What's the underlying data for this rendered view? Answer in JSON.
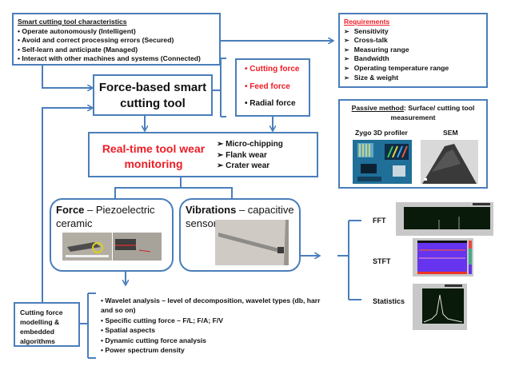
{
  "characteristics": {
    "title": "Smart cutting tool characteristics",
    "items": [
      "Operate autonomously (Intelligent)",
      "Avoid and correct processing errors (Secured)",
      "Self-learn and anticipate (Managed)",
      "Interact with other machines and systems (Connected)"
    ]
  },
  "smart_tool": {
    "line1": "Force-based smart",
    "line2": "cutting tool"
  },
  "forces": {
    "items": [
      {
        "label": "Cutting force",
        "color": "#ee1c25"
      },
      {
        "label": "Feed force",
        "color": "#ee1c25"
      },
      {
        "label": "Radial force",
        "color": "#111111"
      }
    ]
  },
  "requirements": {
    "title": "Requirements",
    "items": [
      "Sensitivity",
      "Cross-talk",
      "Measuring range",
      "Bandwidth",
      "Operating temperature range",
      "Size & weight"
    ]
  },
  "passive": {
    "title_underlined": "Passive method",
    "title_rest": ": Surface/ cutting tool",
    "title_line2": "measurement",
    "img1_label": "Zygo 3D profiler",
    "img2_label": "SEM"
  },
  "monitoring": {
    "line1": "Real-time tool wear",
    "line2": "monitoring",
    "wear_types": [
      "Micro-chipping",
      "Flank wear",
      "Crater wear"
    ]
  },
  "force_sensor": {
    "bold": "Force",
    "rest": " – Piezoelectric",
    "line2": "ceramic"
  },
  "vibration_sensor": {
    "bold": "Vibrations",
    "rest": " – capacitive",
    "line2": "sensor"
  },
  "signal_processing": {
    "items": [
      "FFT",
      "STFT",
      "Statistics"
    ]
  },
  "modelling": {
    "lines": [
      "Cutting force",
      "modelling &",
      "embedded",
      "algorithms"
    ]
  },
  "algorithms": {
    "items": [
      "Wavelet analysis –  level of decomposition, wavelet types (db, harr",
      "and so on)",
      "Specific cutting force – F/L; F/A; F/V",
      "Spatial aspects",
      "Dynamic cutting force analysis",
      "Power spectrum  density"
    ]
  },
  "colors": {
    "accent": "#4a7ebb",
    "highlight": "#ee1c25"
  }
}
